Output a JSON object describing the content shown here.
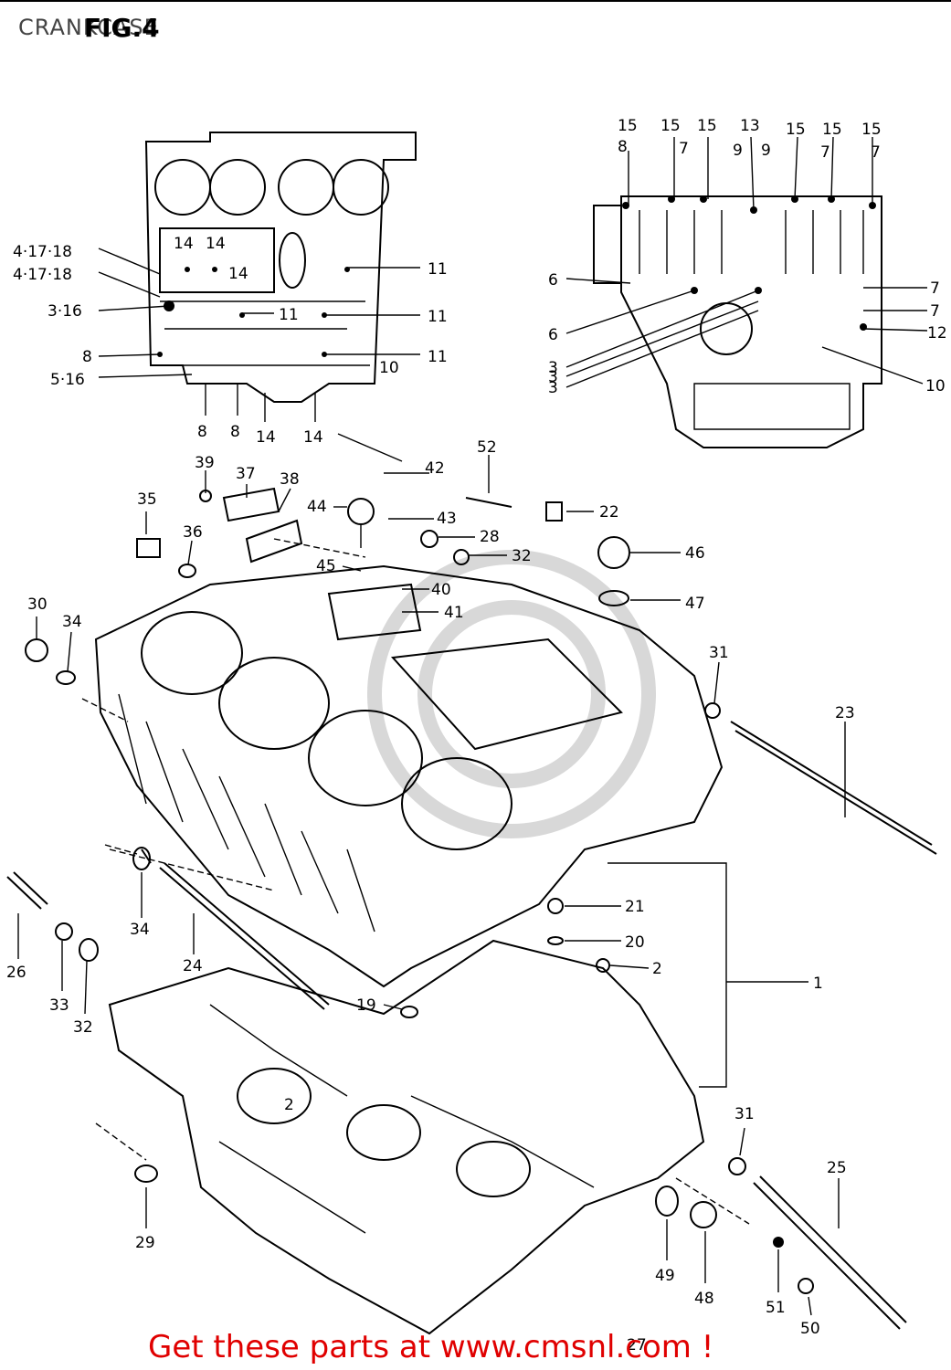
{
  "header": {
    "title": "CRANKCASE",
    "figure": "FIG.4"
  },
  "footer": {
    "text": "Get these parts at www.cmsnl.com !"
  },
  "colors": {
    "footer_text": "#e00000",
    "line_art": "#000000"
  },
  "callouts": {
    "top_left": [
      "4·17·18",
      "4·17·18",
      "3·16",
      "8",
      "5·16",
      "14",
      "14",
      "14",
      "11",
      "11",
      "11",
      "11",
      "10",
      "8",
      "8",
      "14",
      "14"
    ],
    "top_right": [
      "15",
      "15",
      "15",
      "13",
      "15",
      "15",
      "15",
      "8",
      "7",
      "9",
      "9",
      "7",
      "7",
      "6",
      "6",
      "3",
      "3",
      "3",
      "7",
      "7",
      "12",
      "10"
    ],
    "main": [
      "39",
      "37",
      "38",
      "42",
      "52",
      "35",
      "36",
      "44",
      "43",
      "28",
      "32",
      "22",
      "46",
      "45",
      "40",
      "41",
      "47",
      "30",
      "34",
      "31",
      "23",
      "34",
      "24",
      "21",
      "20",
      "2",
      "1",
      "26",
      "33",
      "32",
      "19",
      "2",
      "31",
      "25",
      "29",
      "49",
      "48",
      "51",
      "50",
      "27"
    ]
  }
}
